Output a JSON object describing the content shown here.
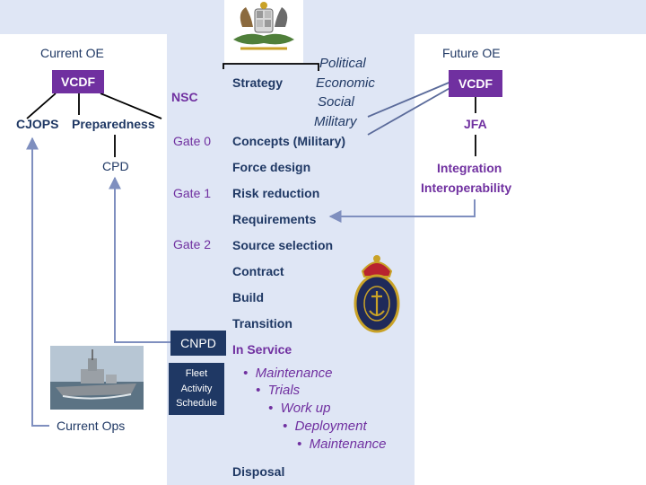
{
  "current_oe": {
    "title": "Current OE",
    "vcdf": "VCDF",
    "cjops": "CJOPS",
    "preparedness": "Preparedness",
    "cpd": "CPD",
    "current_ops": "Current Ops"
  },
  "future_oe": {
    "title": "Future OE",
    "vcdf": "VCDF",
    "jfa": "JFA",
    "integration": "Integration",
    "interoperability": "Interoperability"
  },
  "nsc": "NSC",
  "strategy": "Strategy",
  "influences": [
    "Political",
    "Economic",
    "Social",
    "Military"
  ],
  "gates": {
    "g0": "Gate 0",
    "g1": "Gate 1",
    "g2": "Gate 2"
  },
  "phases": {
    "concepts": "Concepts (Military)",
    "force_design": "Force design",
    "risk_reduction": "Risk reduction",
    "requirements": "Requirements",
    "source_selection": "Source selection",
    "contract": "Contract",
    "build": "Build",
    "transition": "Transition",
    "in_service": "In Service",
    "disposal": "Disposal"
  },
  "cnpd": "CNPD",
  "fleet_activity": [
    "Fleet",
    "Activity",
    "Schedule"
  ],
  "in_service_items": [
    "Maintenance",
    "Trials",
    "Work up",
    "Deployment",
    "Maintenance"
  ],
  "bullet": "•",
  "colors": {
    "navy": "#1f3864",
    "purple": "#7030a0",
    "band": "#dfe6f5",
    "connector": "#7f8fbf"
  }
}
